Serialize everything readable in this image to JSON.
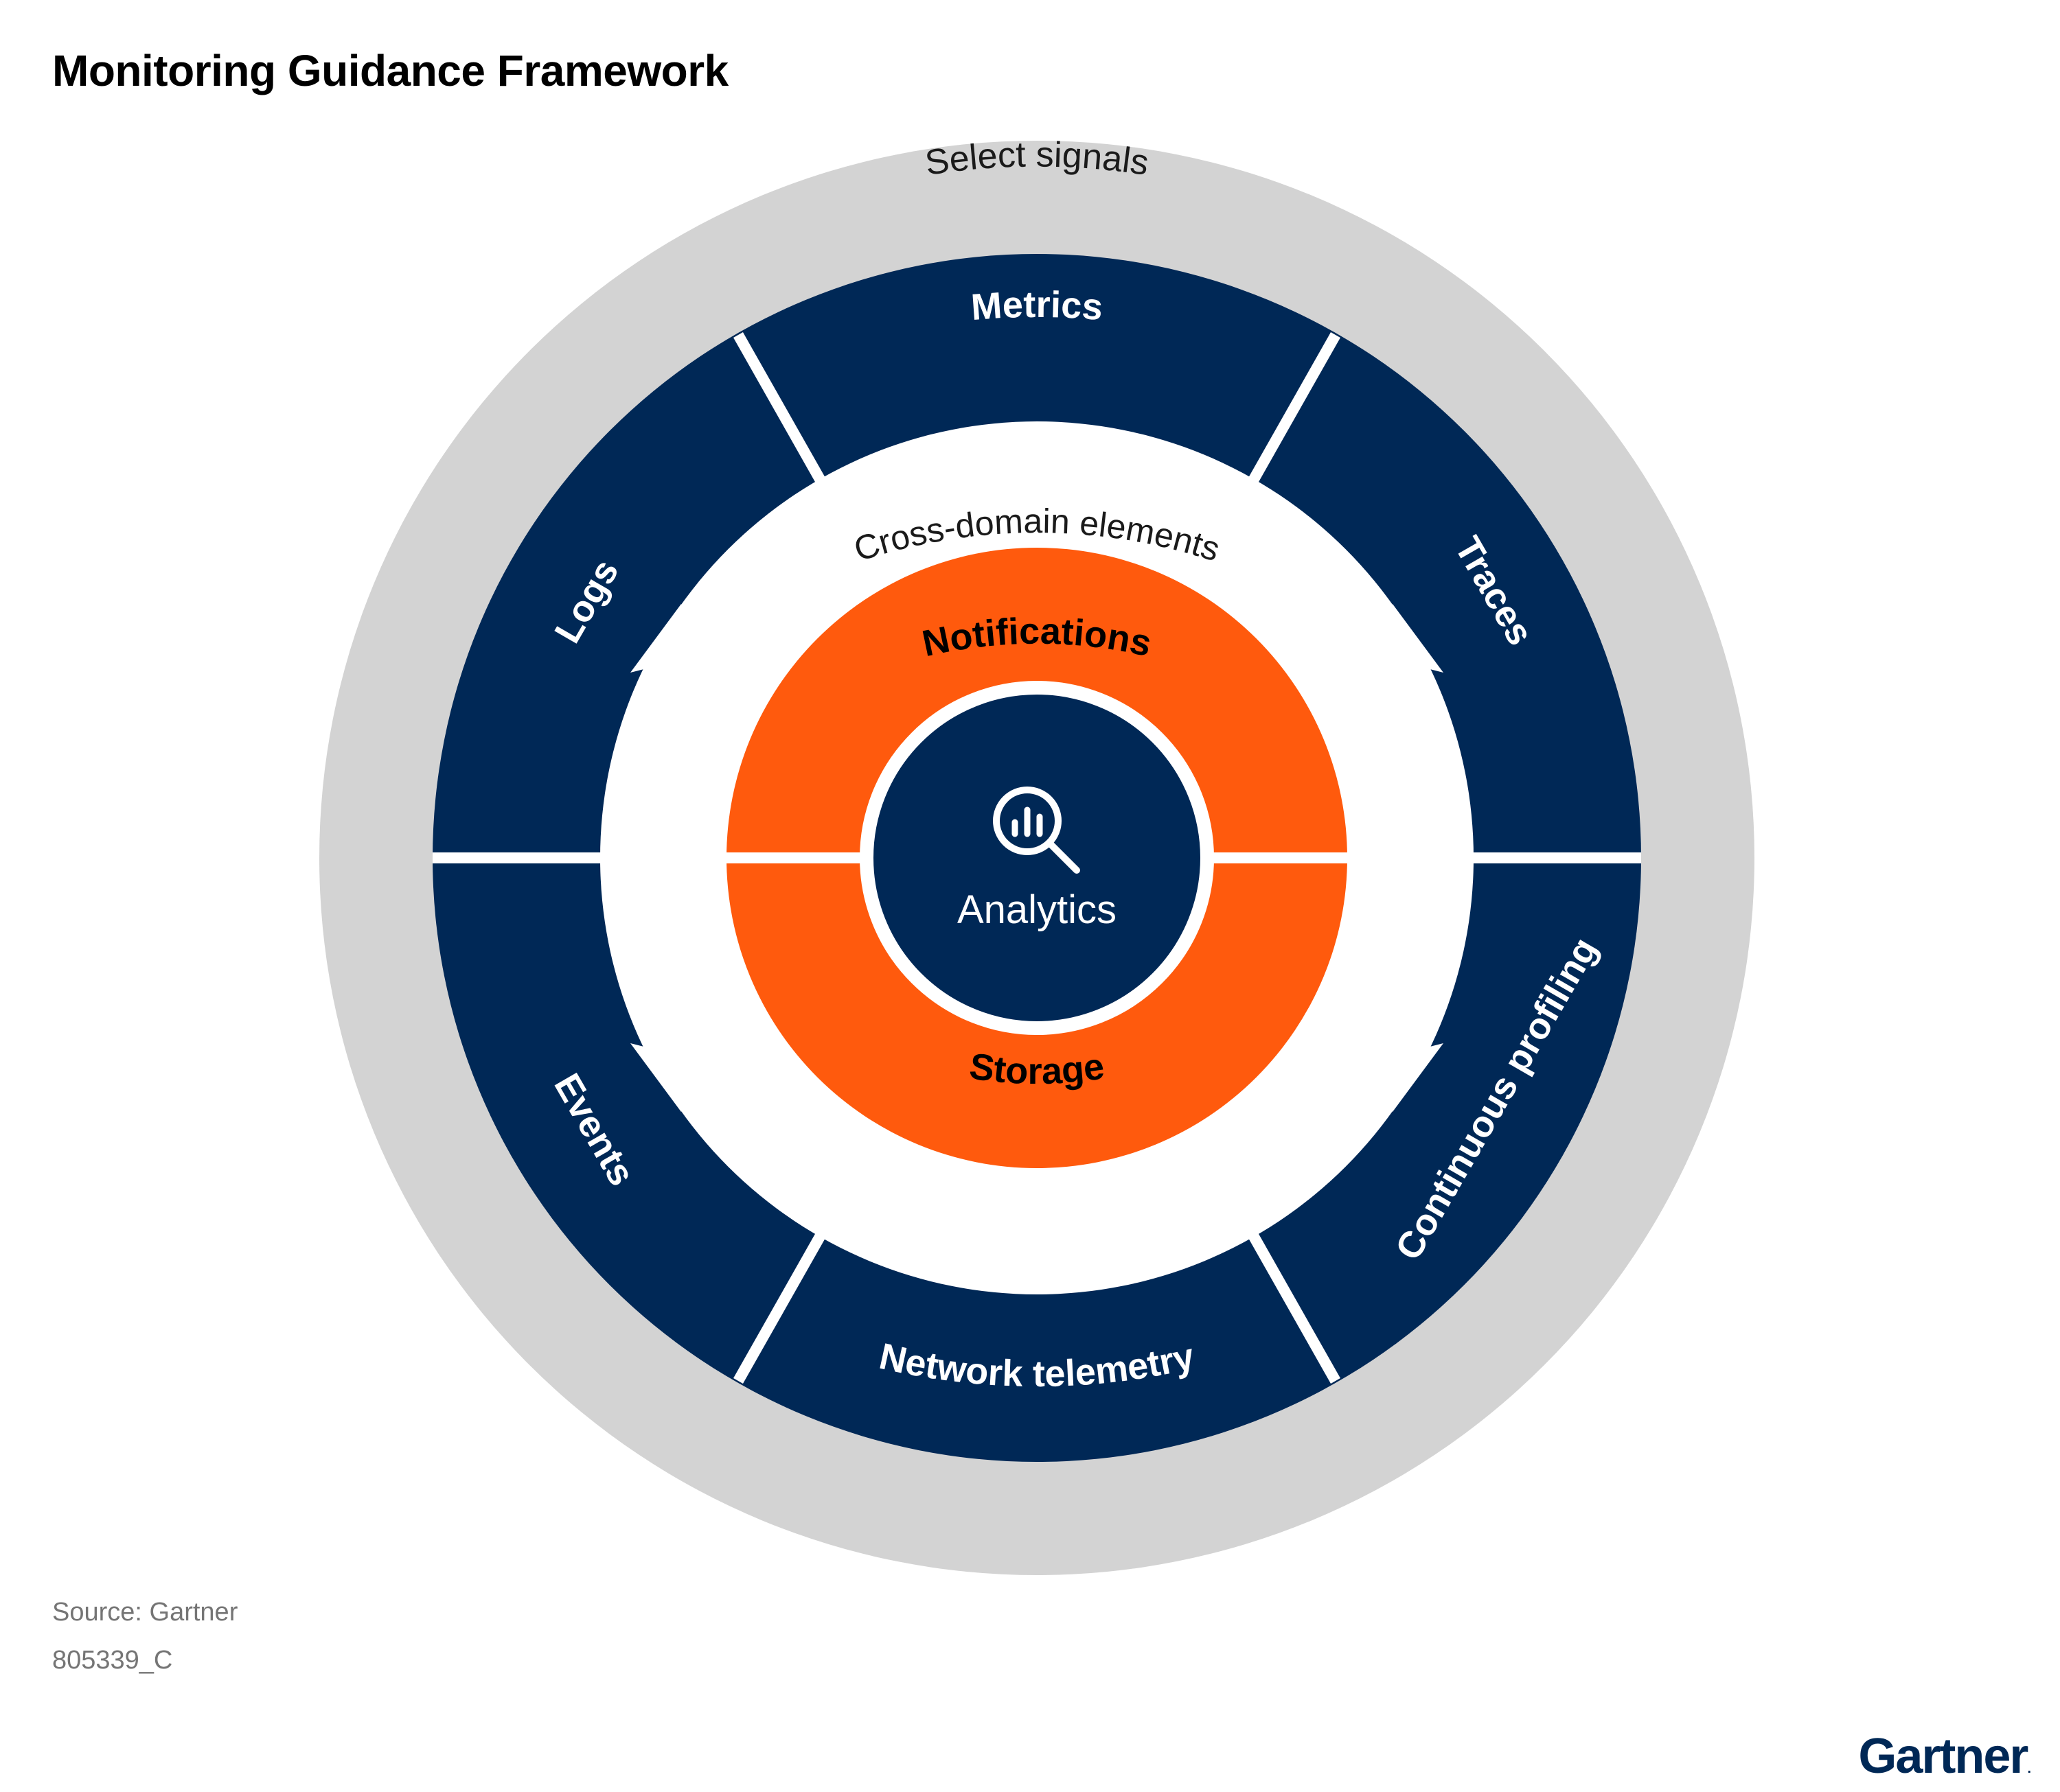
{
  "title": "Monitoring Guidance Framework",
  "outer_ring": {
    "label": "Select signals",
    "color": "#d3d3d3"
  },
  "signals": {
    "color": "#002856",
    "items": [
      {
        "label": "Metrics"
      },
      {
        "label": "Traces"
      },
      {
        "label": "Continuous profiling"
      },
      {
        "label": "Network telemetry"
      },
      {
        "label": "Events"
      },
      {
        "label": "Logs"
      }
    ]
  },
  "cross_domain": {
    "label": "Cross-domain elements"
  },
  "core": {
    "color": "#ff5a0d",
    "top_label": "Notifications",
    "bottom_label": "Storage"
  },
  "center": {
    "label": "Analytics",
    "icon": "magnifier-chart-icon",
    "color": "#002856"
  },
  "footer": {
    "source": "Source: Gartner",
    "doc_id": "805339_C"
  },
  "brand": {
    "logo_text": "Gartner"
  }
}
